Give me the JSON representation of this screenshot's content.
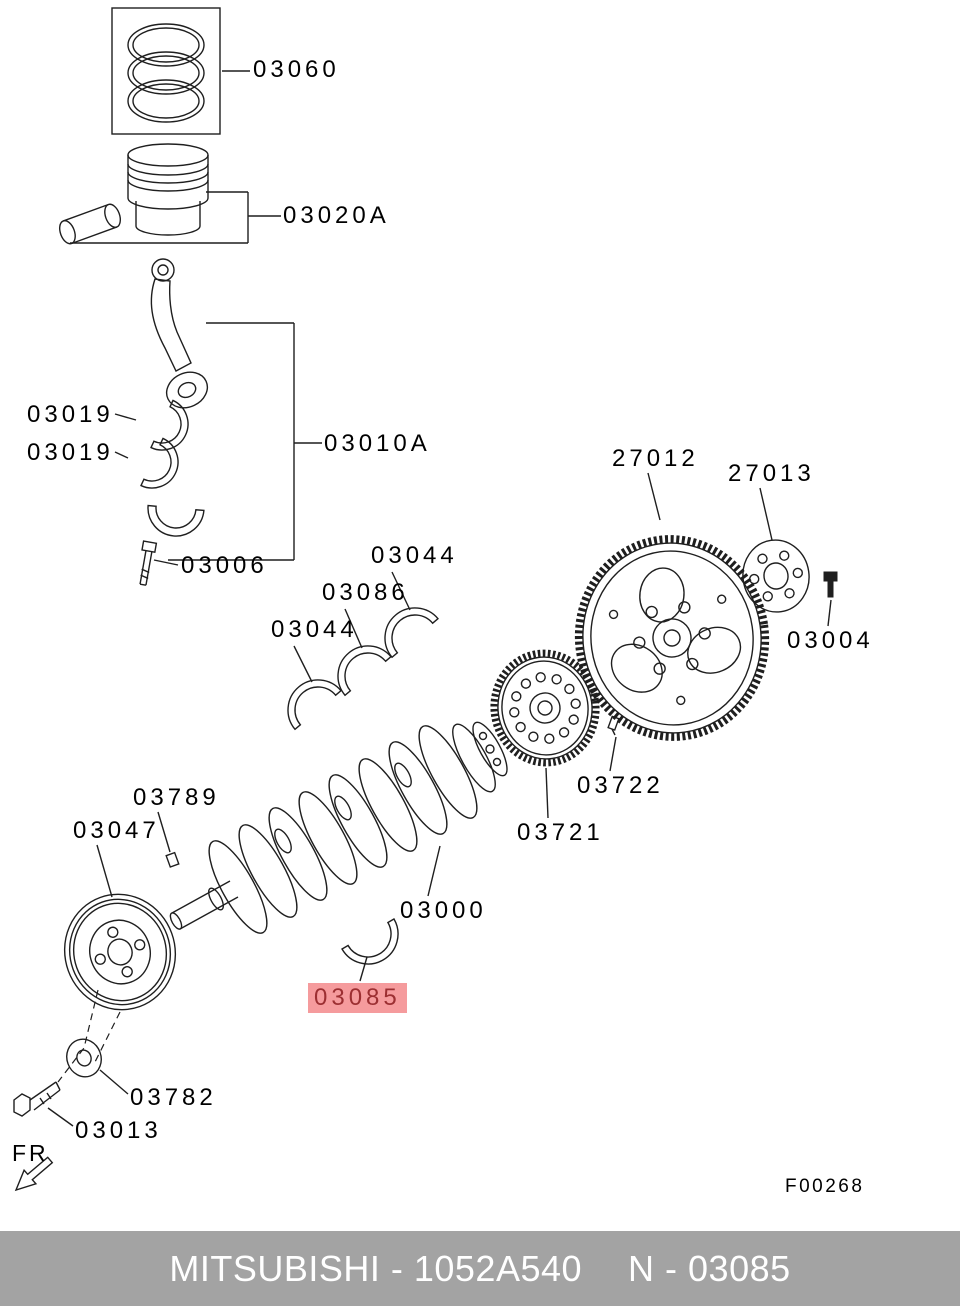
{
  "colors": {
    "highlight-bg": "#f59b9d",
    "highlight-text": "#9c2f32",
    "footer-bg": "#a3a3a3",
    "footer-text": "#ffffff",
    "line": "#1f1f1f"
  },
  "figure": {
    "code": "F00268",
    "direction_label": "FR"
  },
  "footer": {
    "left": "MITSUBISHI - 1052A540",
    "right": "N - 03085"
  },
  "part_labels": [
    {
      "text": "03060"
    },
    {
      "text": "03020A"
    },
    {
      "text": "03019"
    },
    {
      "text": "03019"
    },
    {
      "text": "03010A"
    },
    {
      "text": "03006"
    },
    {
      "text": "03044"
    },
    {
      "text": "03086"
    },
    {
      "text": "03044"
    },
    {
      "text": "27012"
    },
    {
      "text": "27013"
    },
    {
      "text": "03004"
    },
    {
      "text": "03722"
    },
    {
      "text": "03721"
    },
    {
      "text": "03000"
    },
    {
      "text": "03789"
    },
    {
      "text": "03047"
    },
    {
      "text": "03085",
      "highlighted": true
    },
    {
      "text": "03782"
    },
    {
      "text": "03013"
    }
  ]
}
